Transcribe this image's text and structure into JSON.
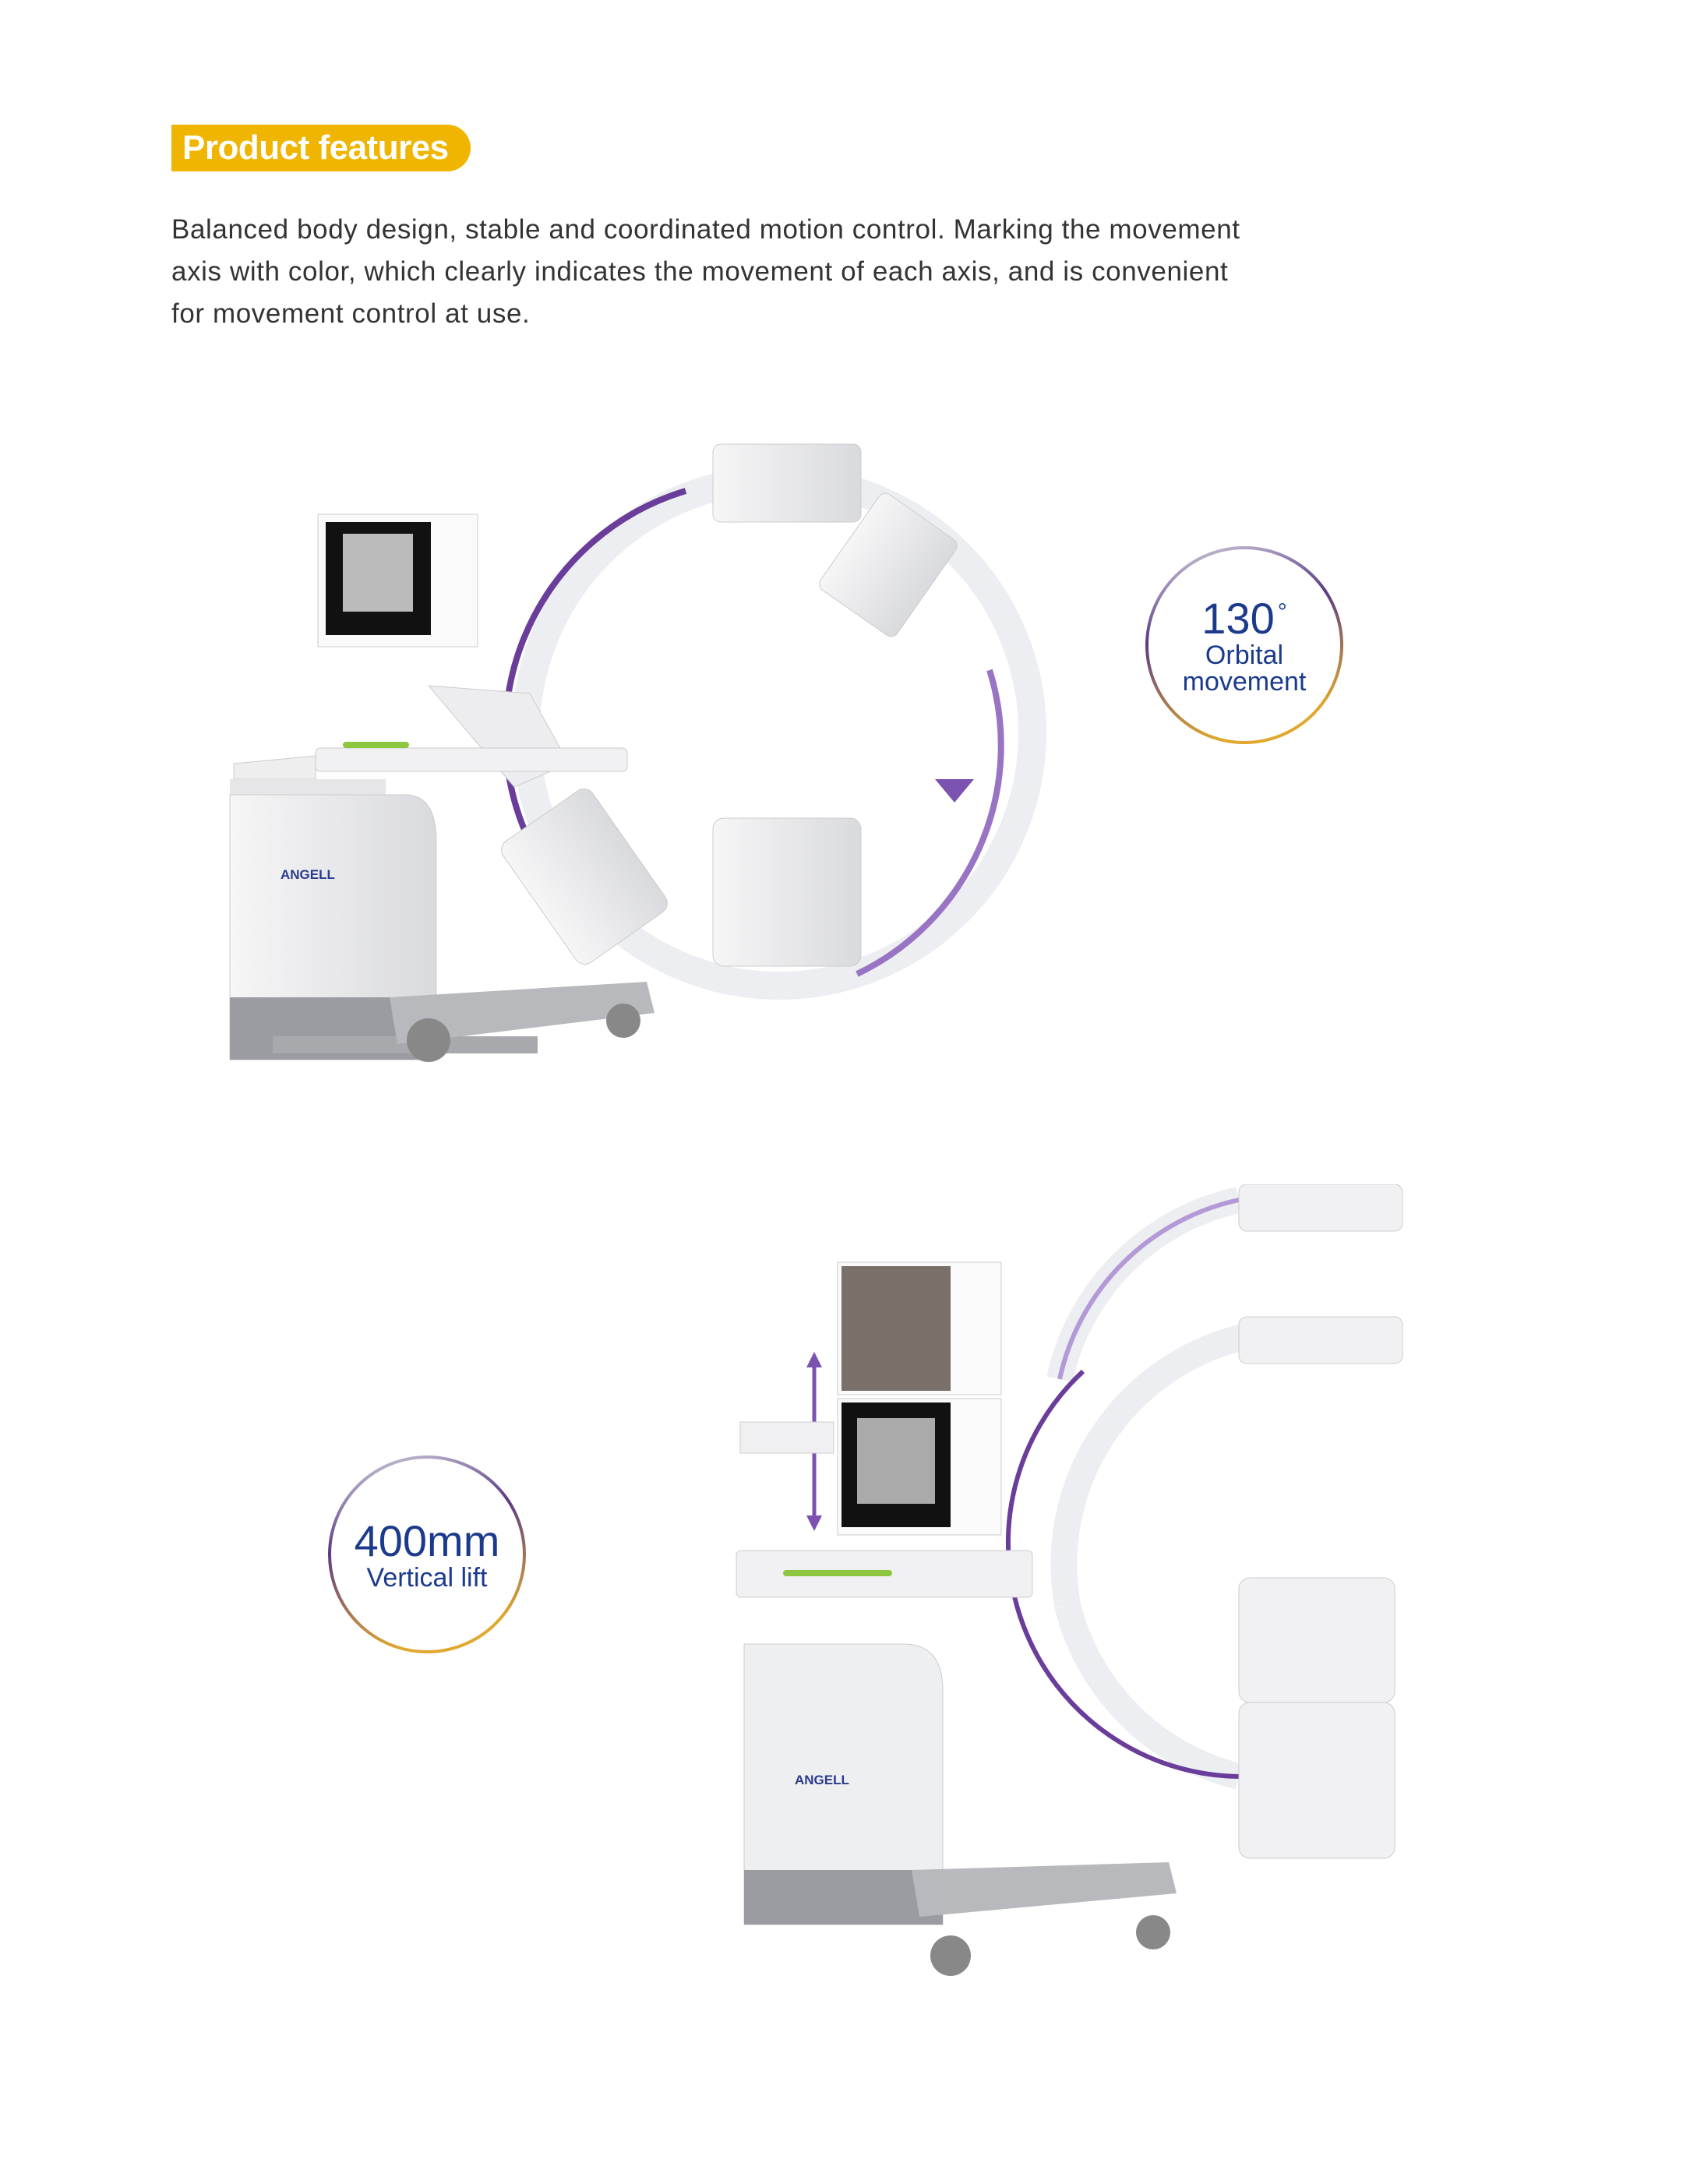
{
  "header": {
    "title": "Product features"
  },
  "intro": {
    "text": "Balanced body design, stable and coordinated motion control. Marking the movement axis with color, which clearly indicates the movement of each axis, and is convenient for movement control at use."
  },
  "features": [
    {
      "value": "130",
      "unit": "°",
      "label_line1": "Orbital",
      "label_line2": "movement"
    },
    {
      "value": "400mm",
      "label_line1": "Vertical lift"
    }
  ],
  "brand": {
    "logo_text": "ANGELL"
  },
  "colors": {
    "accent": "#efb500",
    "text_blue": "#1b3a8c",
    "axis_purple": "#6a3d9a",
    "ring_gold": "#e0a82e"
  }
}
